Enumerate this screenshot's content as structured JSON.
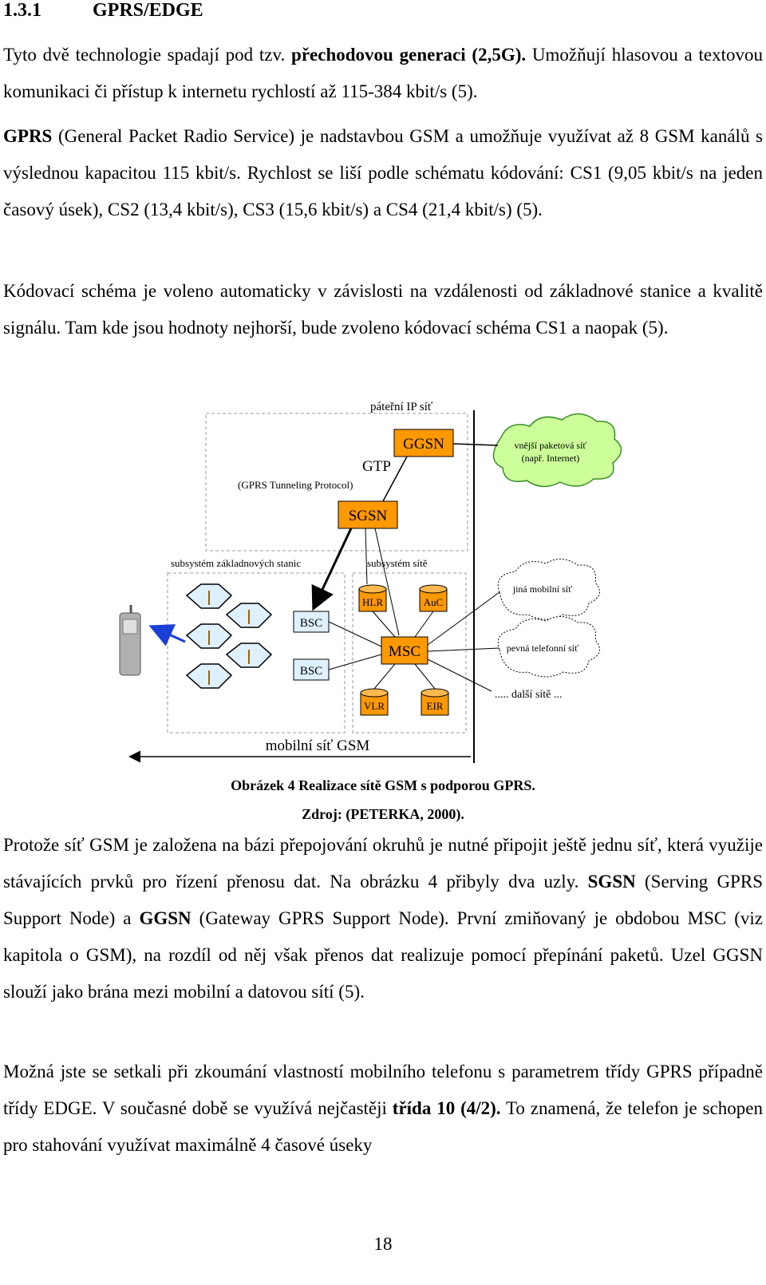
{
  "heading": {
    "number": "1.3.1",
    "title": "GPRS/EDGE"
  },
  "paragraphs": {
    "p1": {
      "a": "Tyto dvě technologie spadají pod tzv. ",
      "b": "přechodovou generaci (2,5G).",
      "c": " Umožňují hlasovou a textovou komunikaci či přístup k internetu rychlostí až 115-384 kbit/s (5)."
    },
    "p2": {
      "a": "GPRS",
      "b": " (General Packet Radio Service) je nadstavbou GSM a umožňuje využívat až 8 GSM kanálů s výslednou kapacitou 115 kbit/s. Rychlost se liší podle schématu kódování: CS1 (9,05 kbit/s na jeden časový úsek), CS2 (13,4 kbit/s), CS3 (15,6 kbit/s) a CS4 (21,4 kbit/s) (5)."
    },
    "p3": {
      "a": "Kódovací schéma je voleno automaticky v závislosti na vzdálenosti od základnové stanice a kvalitě signálu. Tam kde jsou hodnoty nejhorší, bude zvoleno kódovací schéma CS1 a naopak (5)."
    },
    "p4": {
      "a": "Protože síť GSM je založena na bázi přepojování okruhů je nutné připojit ještě jednu síť, která využije stávajících prvků pro řízení přenosu dat. Na obrázku 4 přibyly dva uzly. ",
      "b": "SGSN",
      "c": " (Serving GPRS Support Node) a ",
      "d": "GGSN",
      "e": " (Gateway GPRS Support Node). První zmiňovaný je obdobou MSC (viz kapitola o GSM), na rozdíl od něj však přenos dat realizuje pomocí přepínání paketů. Uzel GGSN slouží jako brána mezi mobilní a datovou sítí (5)."
    },
    "p5": {
      "a": "Možná jste se setkali při zkoumání vlastností mobilního telefonu s parametrem třídy GPRS případně třídy EDGE. V současné době se využívá nejčastěji ",
      "b": "třída 10 (4/2).",
      "c": " To znamená, že telefon je schopen pro stahování využívat maximálně 4 časové úseky"
    }
  },
  "diagram": {
    "backbone_label": "páteřní IP síť",
    "ggsn": "GGSN",
    "gtp": "GTP",
    "gtp_full": "(GPRS Tunneling Protocol)",
    "sgsn": "SGSN",
    "external_net": [
      "vnější paketová síť",
      "(např. Internet)"
    ],
    "bss_label": "subsystém základnových stanic",
    "nss_label": "subsystém sítě",
    "hlr": "HLR",
    "auc": "AuC",
    "msc": "MSC",
    "vlr": "VLR",
    "eir": "EIR",
    "bsc1": "BSC",
    "bsc2": "BSC",
    "other_mobile": "jiná mobilní síť",
    "fixed_net": "pevná telefonní síť",
    "more_nets": "..... další sítě ...",
    "gsm_label": "mobilní síť GSM",
    "colors": {
      "node_fill": "#ff9900",
      "cloud_fill": "#ccff99",
      "cloud_stroke": "#3a8a2a",
      "hex_fill": "#dff0ff",
      "arrow_blue": "#1a3fd6"
    }
  },
  "caption": {
    "line1": "Obrázek 4 Realizace sítě GSM s podporou GPRS.",
    "line2": "Zdroj: (PETERKA, 2000)."
  },
  "page_number": "18"
}
